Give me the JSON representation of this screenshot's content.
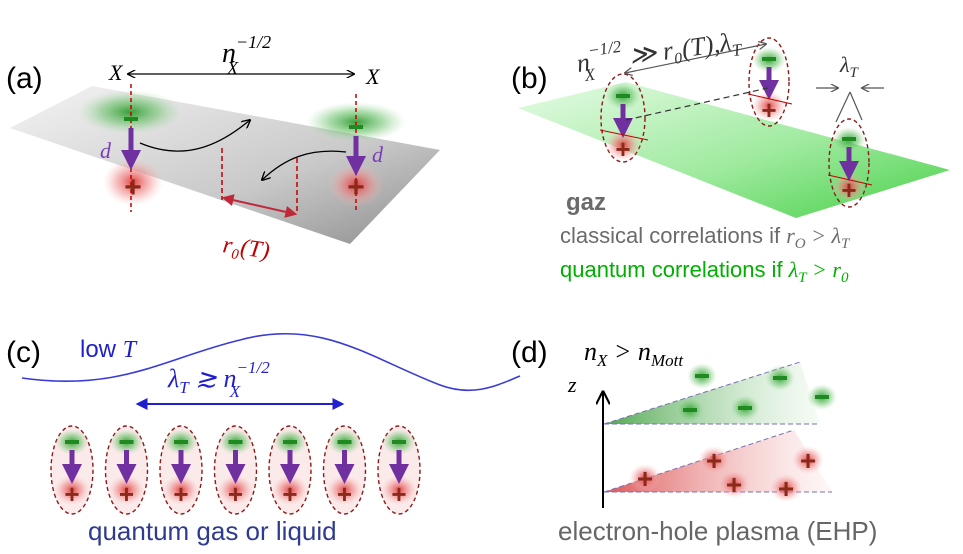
{
  "colors": {
    "electron_green": "#2e8b2e",
    "hole_red": "#b81e1e",
    "dipole_purple": "#7030a0",
    "dash_red": "#c00000",
    "gas_green": "#00c000",
    "blue": "#1f1fd0",
    "navy": "#2f3b8f",
    "gray_text": "#6b6b6b"
  },
  "panel_a": {
    "label": "(a)",
    "exciton_left": "X",
    "exciton_right": "X",
    "separation_base": "n",
    "separation_sub": "X",
    "separation_sup": "−1/2",
    "dipole_left": "d⃗",
    "dipole_right": "d⃗",
    "radius": "r₀(T)",
    "electron_sign": "−",
    "hole_sign": "+"
  },
  "panel_b": {
    "label": "(b)",
    "relation_base": "n",
    "relation_sub": "X",
    "relation_sup": "−1/2",
    "relation_rest": " ≫ r₀(T),λ",
    "relation_rest_sub": "T",
    "lambda_label": "λ",
    "lambda_sub": "T",
    "gaz": "gaz",
    "classical_text": "classical correlations if ",
    "classical_math": "r",
    "classical_sub": "O",
    "classical_math2": " > λ",
    "classical_sub2": "T",
    "quantum_text": "quantum correlations if ",
    "quantum_math": "λ",
    "quantum_sub": "T",
    "quantum_math2": " > r",
    "quantum_sub2": "0"
  },
  "panel_c": {
    "label": "(c)",
    "low": "low ",
    "low_T": "T",
    "lambda": "λ",
    "lambda_sub": "T",
    "relation": " ≳ n",
    "relation_sub": "X",
    "relation_sup": "−1/2",
    "bottom_text": "quantum gas or liquid",
    "exciton_count": 7
  },
  "panel_d": {
    "label": "(d)",
    "condition_base": "n",
    "condition_sub": "X",
    "condition_mid": " > n",
    "condition_sub2": "Mott",
    "z_axis": "z",
    "bottom_text": "electron-hole plasma (EHP)"
  }
}
